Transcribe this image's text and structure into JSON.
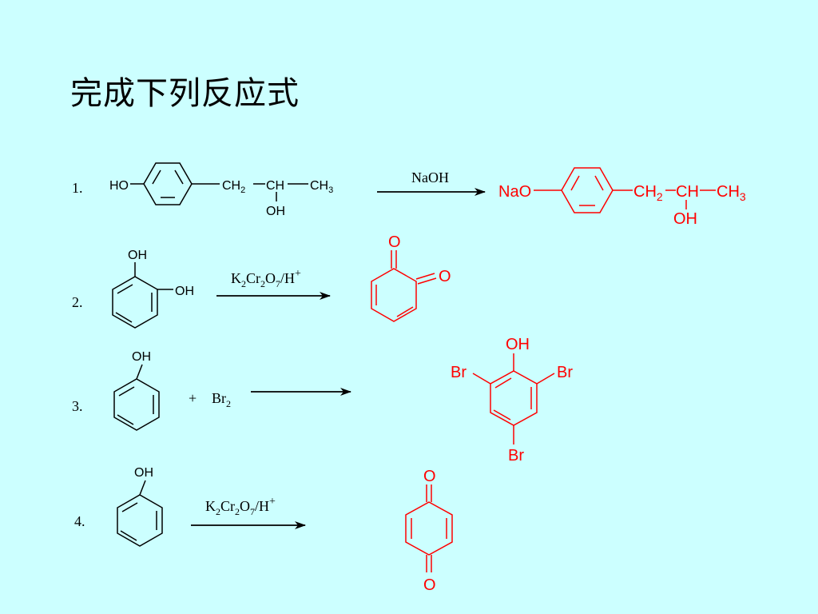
{
  "slide": {
    "title": "完成下列反应式",
    "colors": {
      "background": "#ccffff",
      "reactant": "#000000",
      "product": "#ff0000"
    }
  },
  "reactions": [
    {
      "number": "1.",
      "reagent": "NaOH",
      "reactant": {
        "ho": "HO",
        "ch2": "CH",
        "ch2_sub": "2",
        "ch": "CH",
        "ch3": "CH",
        "ch3_sub": "3",
        "oh": "OH"
      },
      "product": {
        "nao": "NaO",
        "ch2": "CH",
        "ch2_sub": "2",
        "ch": "CH",
        "ch3": "CH",
        "ch3_sub": "3",
        "oh": "OH"
      }
    },
    {
      "number": "2.",
      "reagent": {
        "k": "K",
        "k_sub": "2",
        "cr": "Cr",
        "cr_sub": "2",
        "o": "O",
        "o_sub": "7",
        "tail": "/H",
        "charge": "+"
      },
      "reactant": {
        "oh_top": "OH",
        "oh_right": "OH"
      },
      "product": {
        "o_top": "O",
        "o_right": "O"
      }
    },
    {
      "number": "3.",
      "plus": "+",
      "reagent": {
        "br": "Br",
        "br_sub": "2"
      },
      "reactant": {
        "oh": "OH"
      },
      "product": {
        "oh": "OH",
        "br_left": "Br",
        "br_right": "Br",
        "br_bottom": "Br"
      }
    },
    {
      "number": "4.",
      "reagent": {
        "k": "K",
        "k_sub": "2",
        "cr": "Cr",
        "cr_sub": "2",
        "o": "O",
        "o_sub": "7",
        "tail": "/H",
        "charge": "+"
      },
      "reactant": {
        "oh": "OH"
      },
      "product": {
        "o_top": "O",
        "o_bottom": "O"
      }
    }
  ]
}
